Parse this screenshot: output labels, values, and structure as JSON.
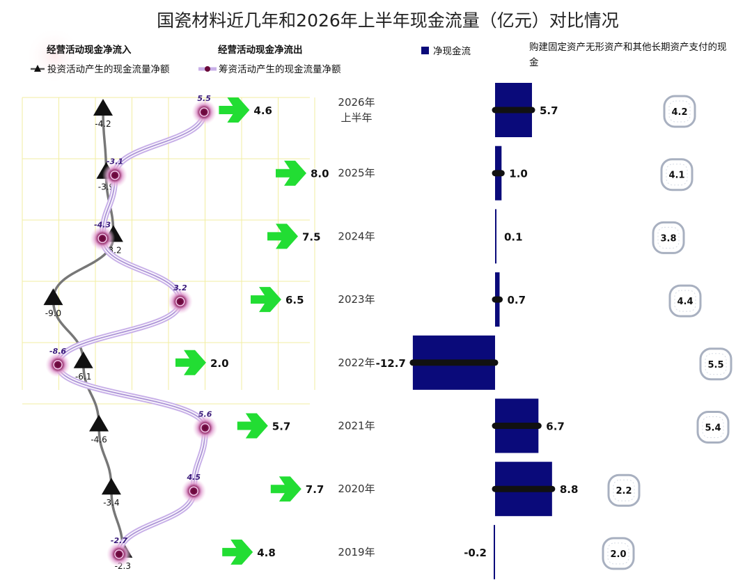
{
  "chart_data": {
    "type": "combo",
    "title": "国瓷材料近几年和2026年上半年现金流量（亿元）对比情况",
    "categories": [
      "2026年\n上半年",
      "2025年",
      "2024年",
      "2023年",
      "2022年",
      "2021年",
      "2020年",
      "2019年"
    ],
    "legend": {
      "operating_in": "经营活动现金净流入",
      "operating_out": "经营活动现金净流出",
      "investing": "投资活动产生的现金流量净额",
      "financing": "筹资活动产生的现金流量净额",
      "net_cash": "净现金流",
      "capex": "购建固定资产无形资产和其他长期资产支付的现金"
    },
    "series": [
      {
        "name": "经营活动现金净流入",
        "values": [
          4.6,
          8.0,
          7.5,
          6.5,
          2.0,
          5.7,
          7.7,
          4.8
        ]
      },
      {
        "name": "投资活动产生的现金流量净额",
        "values": [
          -4.2,
          -3.9,
          -3.2,
          -9.0,
          -6.1,
          -4.6,
          -3.4,
          -2.3
        ]
      },
      {
        "name": "筹资活动产生的现金流量净额",
        "values": [
          5.5,
          -3.1,
          -4.3,
          3.2,
          -8.6,
          5.6,
          4.5,
          -2.7
        ]
      },
      {
        "name": "净现金流",
        "values": [
          5.7,
          1.0,
          0.1,
          0.7,
          -12.7,
          6.7,
          8.8,
          -0.2
        ]
      },
      {
        "name": "购建固定资产无形资产和其他长期资产支付的现金",
        "values": [
          4.2,
          4.1,
          3.8,
          4.4,
          5.5,
          5.4,
          2.2,
          2.0
        ]
      }
    ],
    "value_labels": {
      "operating": [
        "4.6",
        "8.0",
        "7.5",
        "6.5",
        "2.0",
        "5.7",
        "7.7",
        "4.8"
      ],
      "investing": [
        "-4.2",
        "-3.9",
        "-3.2",
        "-9.0",
        "-6.1",
        "-4.6",
        "-3.4",
        "-2.3"
      ],
      "financing": [
        "5.5",
        "-3.1",
        "-4.3",
        "3.2",
        "-8.6",
        "5.6",
        "4.5",
        "-2.7"
      ],
      "net_cash": [
        "5.7",
        "1.0",
        "0.1",
        "0.7",
        "-12.7",
        "6.7",
        "8.8",
        "-0.2"
      ],
      "capex": [
        "4.2",
        "4.1",
        "3.8",
        "4.4",
        "5.5",
        "5.4",
        "2.2",
        "2.0"
      ]
    },
    "colors": {
      "operating_arrow": "#22dd33",
      "investing_line": "#777777",
      "investing_marker": "#111111",
      "financing_line": "#c8b0e8",
      "financing_marker": "#6a0a3a",
      "net_cash_bar": "#0a0a7a",
      "capex_badge": "#a8b0c0",
      "grid": "#f2eea0"
    }
  }
}
